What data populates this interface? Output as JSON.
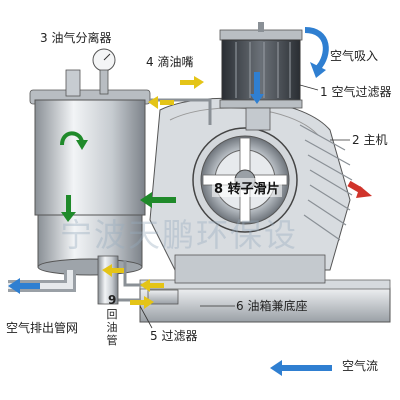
{
  "labels": {
    "separator": "3 油气分离器",
    "oil_drip": "4 滴油嘴",
    "air_intake": "空气吸入",
    "air_filter": "1 空气过滤器",
    "main_unit": "2 主机",
    "rotor": "8 转子滑片",
    "oil_tank": "6 油箱兼底座",
    "exhaust": "空气排出管网",
    "return_pipe_num": "9",
    "return_pipe_chars": [
      "回",
      "油",
      "管"
    ],
    "filter": "5 过滤器",
    "air_flow": "空气流",
    "watermark": "宁波天鹏环保设"
  },
  "colors": {
    "metal": "#c9ced3",
    "metal_dark": "#7f868d",
    "filter_core": "#3f444a",
    "green_arrow": "#1f8a2a",
    "blue_arrow": "#2f7fd1",
    "yellow_arrow": "#e4c417",
    "red_arrow": "#d0342b"
  }
}
